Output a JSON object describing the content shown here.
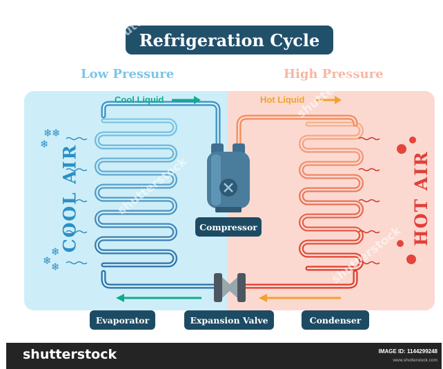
{
  "title": "Refrigeration Cycle",
  "low_pressure": "Low Pressure",
  "high_pressure": "High Pressure",
  "cool_liquid": "Cool Liquid",
  "hot_liquid": "Hot Liquid",
  "cool_air": "COOL AIR",
  "hot_air": "HOT AIR",
  "components": {
    "compressor": "Compressor",
    "evaporator": "Evaporator",
    "expansion_valve": "Expansion Valve",
    "condenser": "Condenser"
  },
  "footer": {
    "brand": "shutterstock",
    "image_id": "IMAGE ID: 1144299248",
    "site": "www.shutterstock.com"
  },
  "watermark": "shutterstock",
  "colors": {
    "low_side_panel": "#cdeef8",
    "high_side_panel": "#fbd9d0",
    "evaporator_coil": "#3b8fc4",
    "condenser_coil": "#f28a5a",
    "condenser_red": "#dd3b2c",
    "cool_arrow": "#14a98f",
    "hot_arrow": "#f2a12f",
    "label_pill": "#1d4b63",
    "cool_text": "#2b8fc7",
    "hot_text": "#e0403a"
  }
}
